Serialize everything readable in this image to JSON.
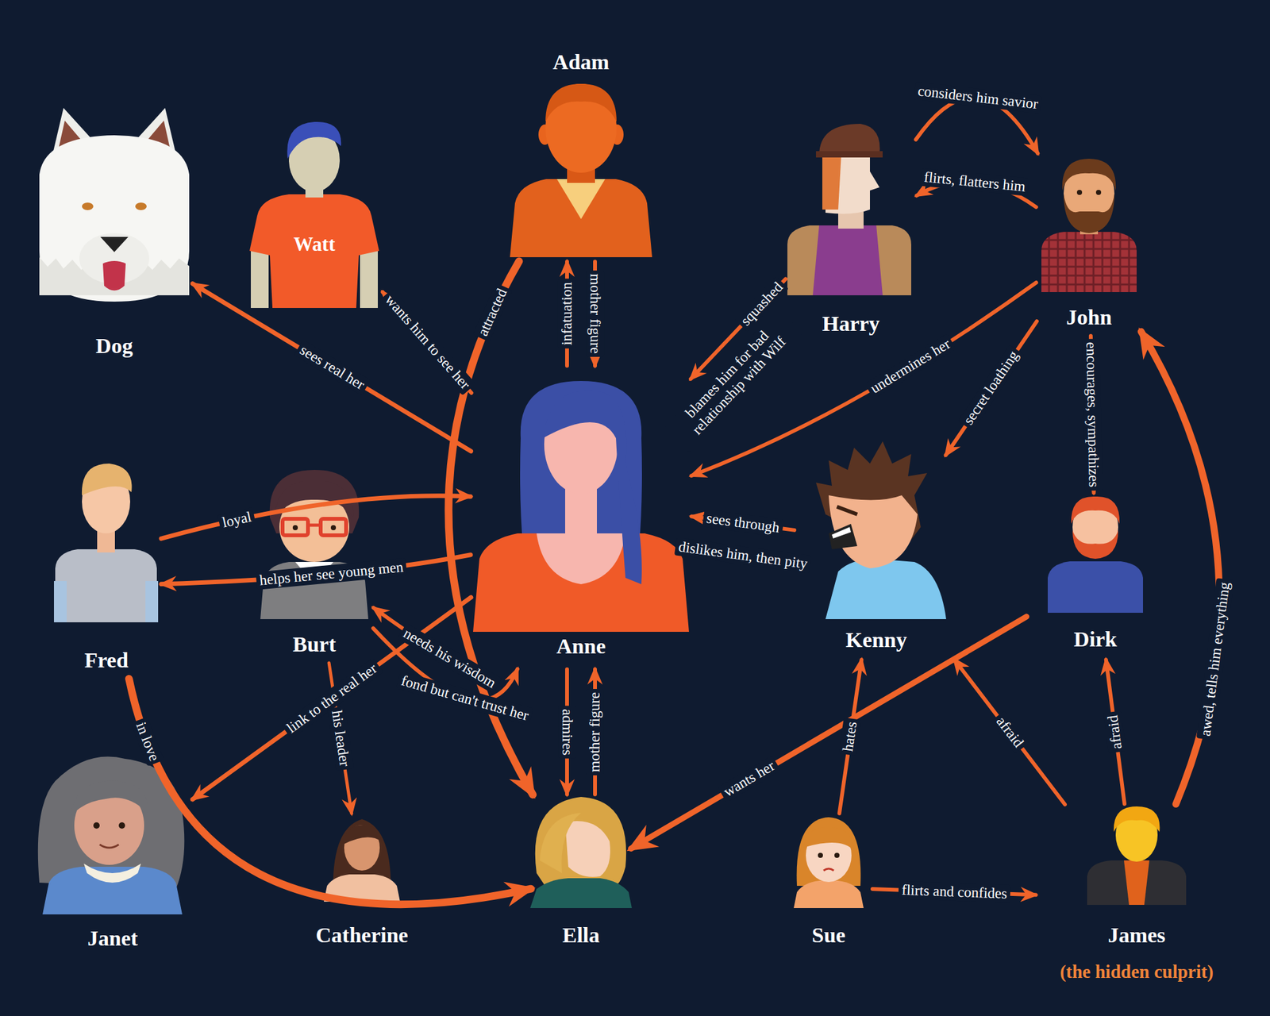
{
  "diagram": {
    "nodes": [
      {
        "text": [
          "Adam"
        ]
      },
      {
        "text": [
          "Dog"
        ]
      },
      {
        "text": [
          "Watt"
        ]
      },
      {
        "text": [
          "Harry"
        ]
      },
      {
        "text": [
          "John"
        ]
      },
      {
        "text": [
          "Fred"
        ]
      },
      {
        "text": [
          "Burt"
        ]
      },
      {
        "text": [
          "Anne"
        ]
      },
      {
        "text": [
          "Kenny"
        ]
      },
      {
        "text": [
          "Dirk"
        ]
      },
      {
        "text": [
          "Janet"
        ]
      },
      {
        "text": [
          "Catherine"
        ]
      },
      {
        "text": [
          "Ella"
        ]
      },
      {
        "text": [
          "Sue"
        ]
      },
      {
        "text": [
          "James",
          "(the hidden culprit)"
        ]
      }
    ],
    "edges": [
      {
        "from": 3,
        "to": 4,
        "label": "considers him savior",
        "arrow": "to"
      },
      {
        "from": 4,
        "to": 3,
        "label": "flirts, flatters him",
        "arrow": "to"
      },
      {
        "from": 7,
        "to": 0,
        "label": "infatuation",
        "arrow": "to"
      },
      {
        "from": 0,
        "to": 7,
        "label": "mother figure",
        "arrow": "to"
      },
      {
        "from": 3,
        "to": 7,
        "label": "squashed",
        "arrow": "to"
      },
      {
        "from": 7,
        "to": 3,
        "label": "blames him for bad relationship with Wilf",
        "arrow": "to"
      },
      {
        "from": 4,
        "to": 7,
        "label": "undermines her",
        "arrow": "to"
      },
      {
        "from": 4,
        "to": 8,
        "label": "secret loathing",
        "arrow": "to"
      },
      {
        "from": 4,
        "to": 9,
        "label": "encourages, sympathizes",
        "arrow": "to"
      },
      {
        "from": 8,
        "to": 7,
        "label": "sees through",
        "arrow": "to"
      },
      {
        "from": 7,
        "to": 8,
        "label": "dislikes him, then pity",
        "arrow": "to"
      },
      {
        "from": 7,
        "to": 12,
        "label": "admires",
        "arrow": "to"
      },
      {
        "from": 12,
        "to": 7,
        "label": "mother figure",
        "arrow": "to"
      },
      {
        "from": 7,
        "to": 6,
        "label": "needs his wisdom",
        "arrow": "to"
      },
      {
        "from": 6,
        "to": 7,
        "label": "fond but can't trust her",
        "arrow": "to"
      },
      {
        "from": 7,
        "to": 10,
        "label": "link to the real her",
        "arrow": "to"
      },
      {
        "from": 6,
        "to": 11,
        "label": "his leader",
        "arrow": "to"
      },
      {
        "from": 5,
        "to": 12,
        "label": "in love",
        "arrow": "to"
      },
      {
        "from": 5,
        "to": 7,
        "label": "loyal",
        "arrow": "to"
      },
      {
        "from": 7,
        "to": 5,
        "label": "helps her see young men",
        "arrow": "to"
      },
      {
        "from": 7,
        "to": 1,
        "label": "sees real her",
        "arrow": "to"
      },
      {
        "from": 7,
        "to": 2,
        "label": "wants him to see her",
        "arrow": "to"
      },
      {
        "from": 0,
        "to": 12,
        "label": "attracted",
        "arrow": "to"
      },
      {
        "from": 13,
        "to": 8,
        "label": "hates",
        "arrow": "to"
      },
      {
        "from": 13,
        "to": 14,
        "label": "flirts and confides",
        "arrow": "to"
      },
      {
        "from": 9,
        "to": 12,
        "label": "wants her",
        "arrow": "to"
      },
      {
        "from": 14,
        "to": 8,
        "label": "afraid",
        "arrow": "to"
      },
      {
        "from": 14,
        "to": 9,
        "label": "afraid",
        "arrow": "to"
      },
      {
        "from": 14,
        "to": 4,
        "label": "awed, tells him everything",
        "arrow": "to"
      }
    ]
  }
}
